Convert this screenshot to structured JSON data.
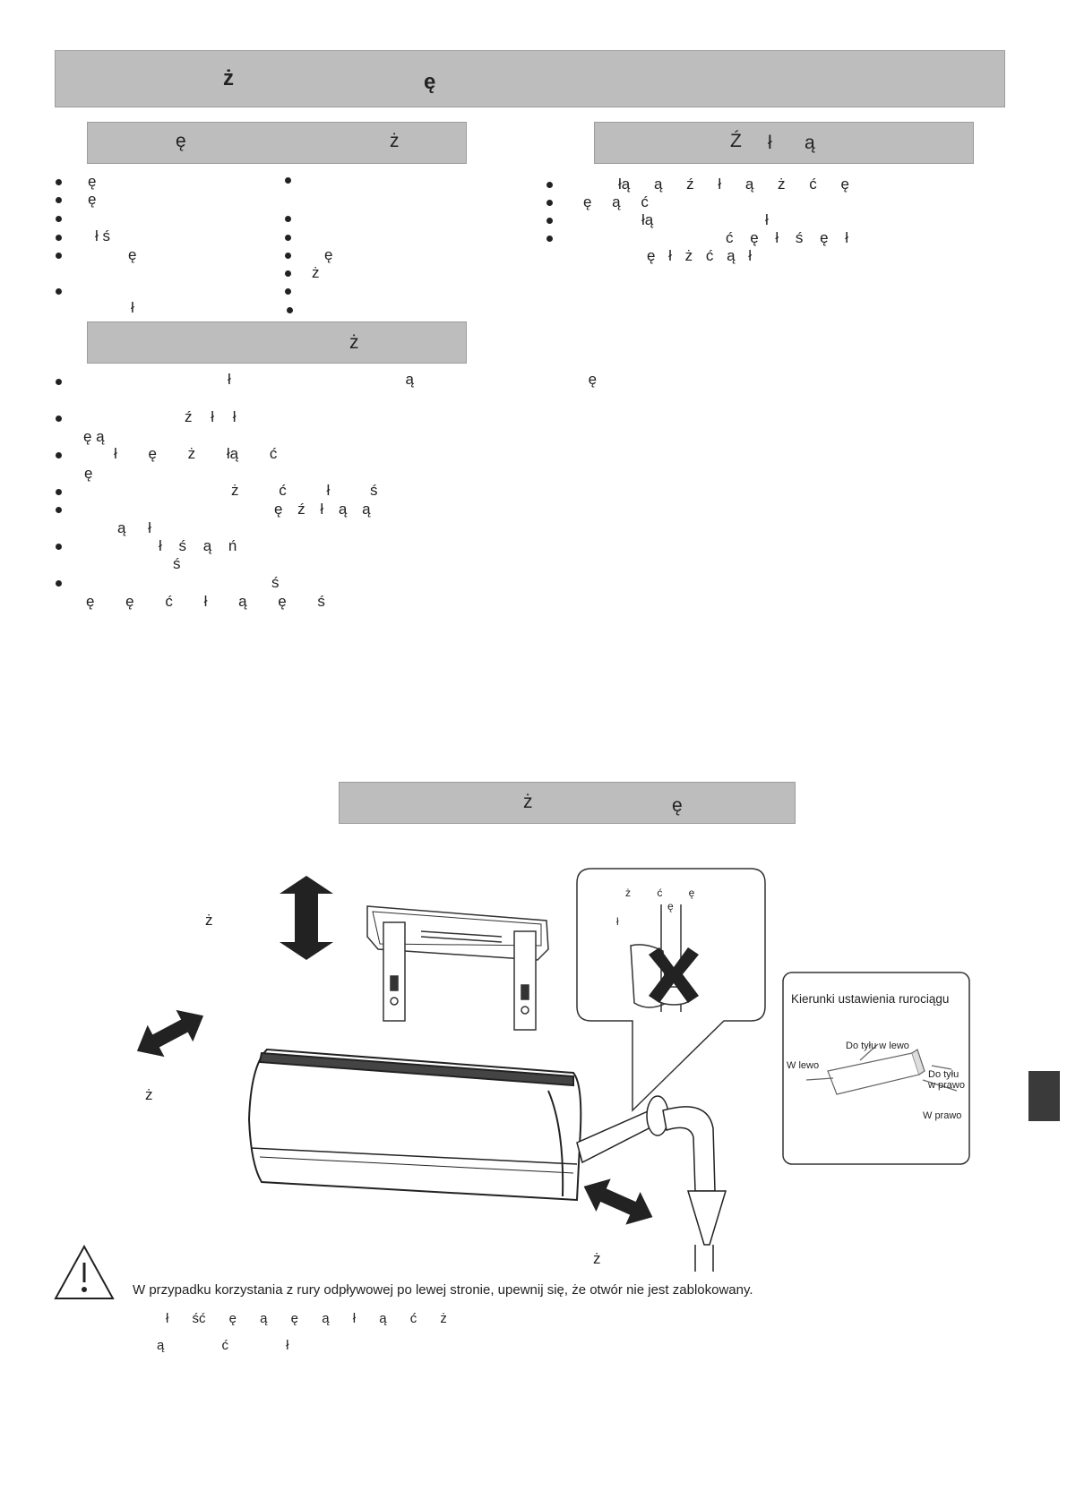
{
  "header_bar": {
    "glyphs": [
      "ż",
      "ę"
    ]
  },
  "bar_left_1": {
    "glyphs": [
      "ę",
      "ż"
    ]
  },
  "bar_right_1": {
    "glyphs": [
      "Ź",
      "ł",
      "ą"
    ]
  },
  "bar_left_2": {
    "glyphs": [
      "ż"
    ]
  },
  "bar_figure": {
    "glyphs": [
      "ż",
      "ę"
    ]
  },
  "left_col_a": [
    "ę",
    "ę",
    "",
    "ł ś",
    "ę",
    "",
    "ł"
  ],
  "left_col_b": [
    "",
    "",
    "",
    "",
    "ę",
    "ż",
    "",
    ""
  ],
  "right_col": [
    "łą ą ź ł ą ż ć ę",
    "ę ą ć",
    "łą ł",
    "ć ę ł ś ę ł",
    "ę ł ż ć ą ł"
  ],
  "left_col_c": [
    "ł ą ę",
    "ź ł ł",
    "ę ą",
    "ł ę ż łą ć",
    "ę",
    "ż ć ł ś",
    "ę ź ł ą ą",
    "ą ł",
    "ł ś ą ń",
    "ś",
    "ś",
    "ę ę ć ł ą ę ś"
  ],
  "figure": {
    "label_up_down": "ż",
    "label_left_right": "ż",
    "callout_lines": [
      "ż ć ę",
      "ę",
      "ł"
    ],
    "label_pipe": "ż"
  },
  "pipe_directions": {
    "title": "Kierunki ustawienia rurociągu",
    "back_left": "Do tyłu w lewo",
    "left": "W lewo",
    "back_right_1": "Do tyłu",
    "back_right_2": "w prawo",
    "right": "W prawo"
  },
  "warning": {
    "main_text": "W przypadku korzystania z rury odpływowej po lewej stronie, upewnij się, że otwór nie jest zablokowany.",
    "line2": "ł ść ę ą ę ą ł ą ć ż",
    "line3": "ą ć ł"
  }
}
